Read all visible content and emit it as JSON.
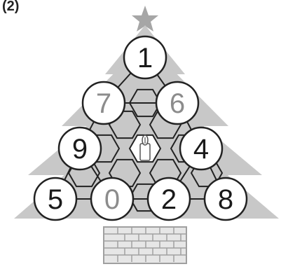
{
  "problem_label": "(2)",
  "circles": [
    {
      "id": "top",
      "value": "1",
      "shade": "dark"
    },
    {
      "id": "row2-left",
      "value": "7",
      "shade": "gray"
    },
    {
      "id": "row2-right",
      "value": "6",
      "shade": "gray"
    },
    {
      "id": "row3-left",
      "value": "9",
      "shade": "dark"
    },
    {
      "id": "row3-right",
      "value": "4",
      "shade": "dark"
    },
    {
      "id": "bottom-1",
      "value": "5",
      "shade": "dark"
    },
    {
      "id": "bottom-2",
      "value": "0",
      "shade": "gray"
    },
    {
      "id": "bottom-3",
      "value": "2",
      "shade": "dark"
    },
    {
      "id": "bottom-4",
      "value": "8",
      "shade": "dark"
    }
  ],
  "colors": {
    "tree": "#c8c8c8",
    "star": "#a6a6a6",
    "circle_fill": "#ffffff",
    "circle_stroke": "#222222",
    "line": "#222222",
    "dark_digit": "#1a1a1a",
    "gray_digit": "#8c8c8c",
    "pot_fill": "#e6e6e6",
    "pot_brick": "#a0a0a0"
  },
  "center_icon": "candle-icon"
}
